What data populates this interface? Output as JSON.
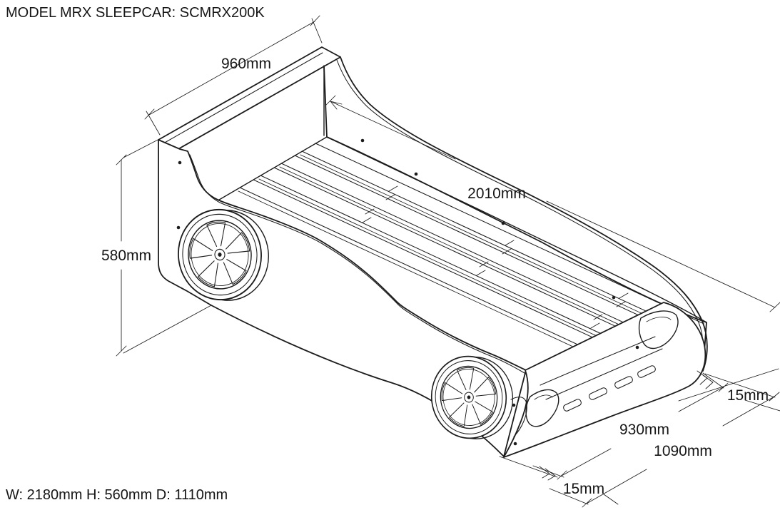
{
  "title": "MODEL MRX SLEEPCAR: SCMRX200K",
  "footer": "W: 2180mm H: 560mm D: 1110mm",
  "labels": {
    "spoiler_width": "960mm",
    "height": "580mm",
    "length": "2010mm",
    "side_thickness": "15mm",
    "inner_width": "930mm",
    "outer_width": "1090mm",
    "panel_thickness": "15mm"
  },
  "colors": {
    "line": "#1c1c1c",
    "background": "#ffffff"
  }
}
